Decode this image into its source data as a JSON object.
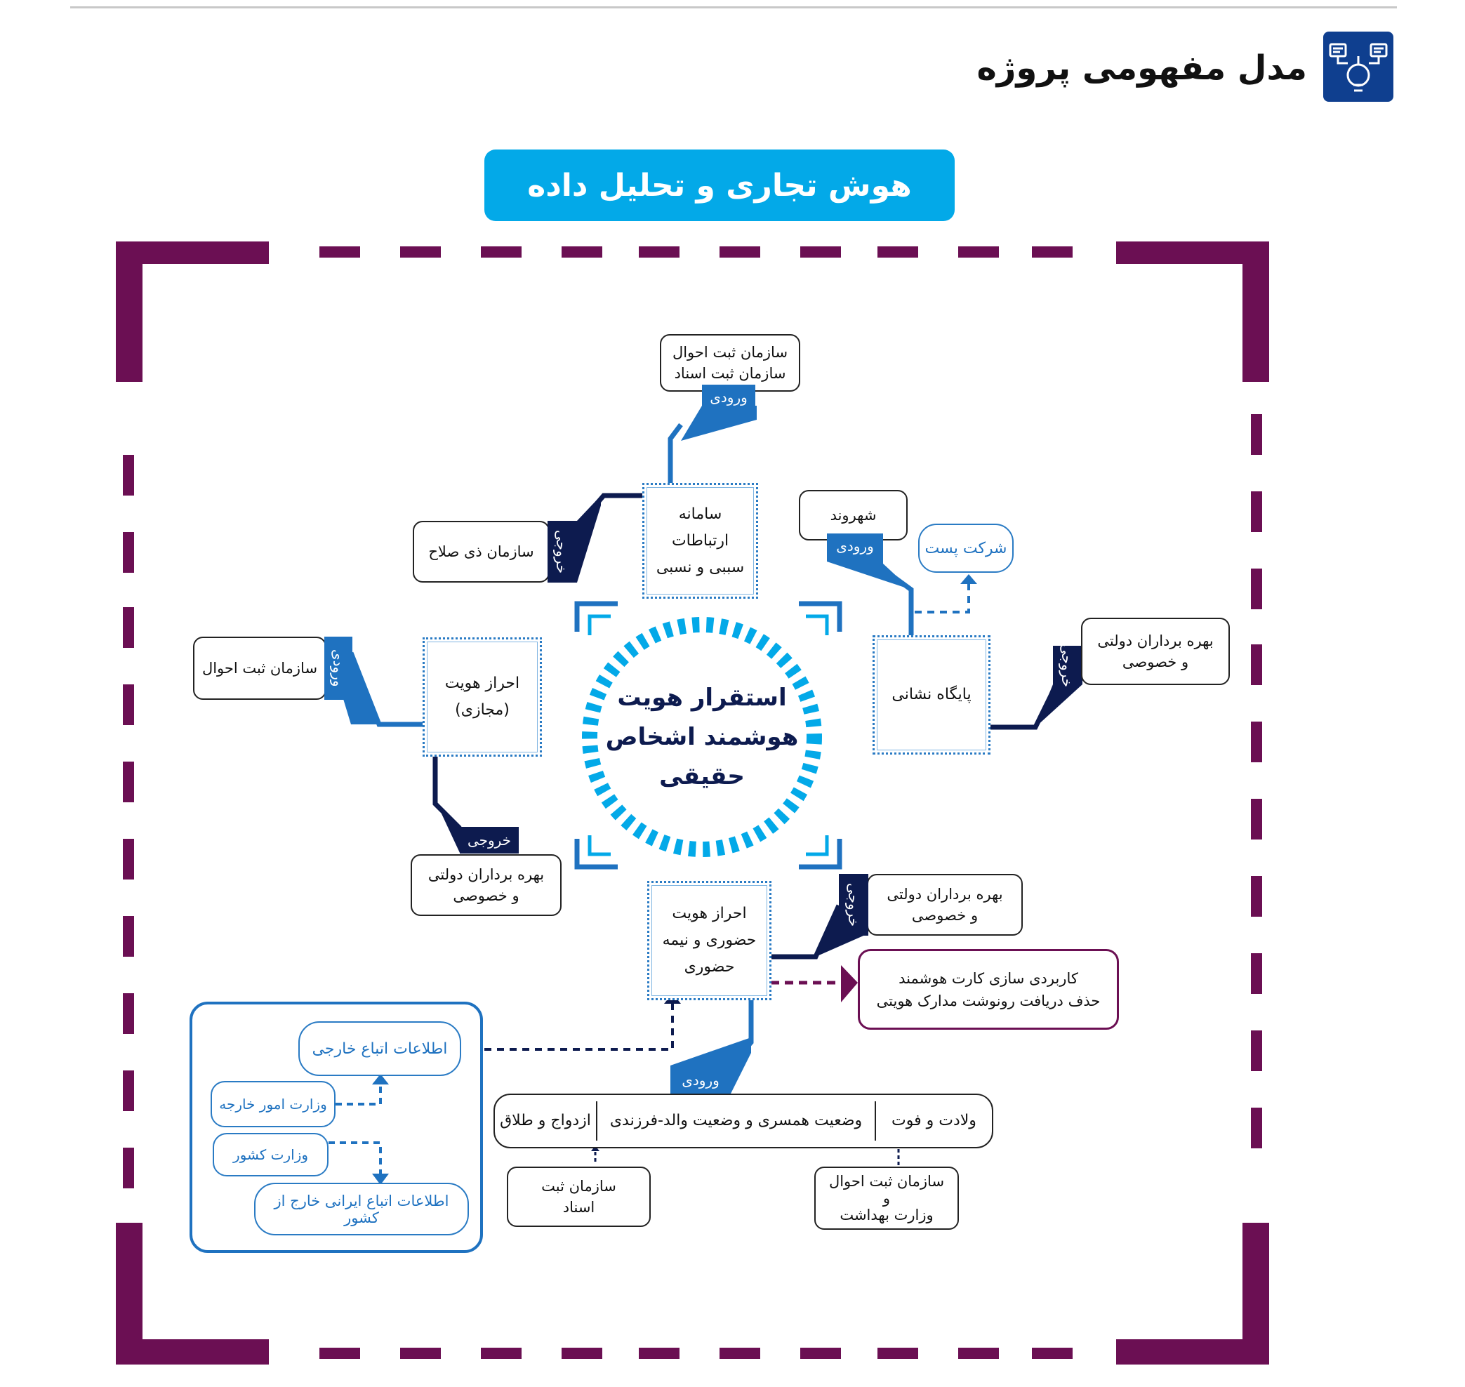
{
  "header": {
    "title": "مدل مفهومی پروژه",
    "icon": "lightbulb-network-icon",
    "accent": "#0f3f8f"
  },
  "banner": {
    "label": "هوش تجاری و تحلیل داده",
    "color": "#03a9e8"
  },
  "frame_color": "#6b0f53",
  "center": {
    "line1": "استقرار هویت",
    "line2": "هوشمند اشخاص",
    "line3": "حقیقی"
  },
  "nodes": {
    "sabab": {
      "line1": "سامانه",
      "line2": "ارتباطات",
      "line3": "سببی و نسبی"
    },
    "virtual_auth": {
      "line1": "احراز هویت",
      "line2": "(مجازی)"
    },
    "address_base": {
      "label": "پایگاه نشانی"
    },
    "in_person_auth": {
      "line1": "احراز هویت",
      "line2": "حضوری و نیمه",
      "line3": "حضوری"
    }
  },
  "sources": {
    "top": {
      "line1": "سازمان ثبت احوال",
      "line2": "سازمان ثبت اسناد"
    },
    "competent_org": {
      "label": "سازمان ذی صلاح"
    },
    "left_civil": {
      "label": "سازمان ثبت احوال"
    },
    "citizen": {
      "label": "شهروند"
    },
    "post": {
      "label": "شرکت  پست"
    },
    "right_stakeholders": {
      "line1": "بهره برداران  دولتی",
      "line2": "و خصوصی"
    },
    "left_bottom_stakeholders": {
      "line1": "بهره برداران  دولتی",
      "line2": "و خصوصی"
    },
    "lower_right_stakeholders": {
      "line1": "بهره برداران  دولتی",
      "line2": "و خصوصی"
    },
    "smart_card": {
      "line1": "کاربردی سازی کارت هوشمند",
      "line2": "حذف دریافت رونوشت مدارک هویتی"
    },
    "registry": {
      "line1": "سازمان ثبت",
      "line2": "اسناد"
    },
    "civil_health": {
      "line1": "سازمان ثبت احوال",
      "line2": "و",
      "line3": "وزارت بهداشت"
    }
  },
  "events": {
    "birth_death": "ولادت و فوت",
    "marital_parent": "وضعیت همسری و وضعیت والد-فرزندی",
    "marriage_divorce": "ازدواج و طلاق"
  },
  "foreign": {
    "foreign_info": "اطلاعات اتباع  خارجی",
    "foreign_ministry": "وزارت امور خارجه",
    "interior_ministry": "وزارت  کشور",
    "expat_info": "اطلاعات اتباع ایرانی خارج از کشور"
  },
  "badges": {
    "input": "ورودی",
    "output": "خروجی"
  },
  "colors": {
    "blue": "#1f72c0",
    "navy": "#0d1b4f",
    "light_blue": "#03a9e8"
  }
}
